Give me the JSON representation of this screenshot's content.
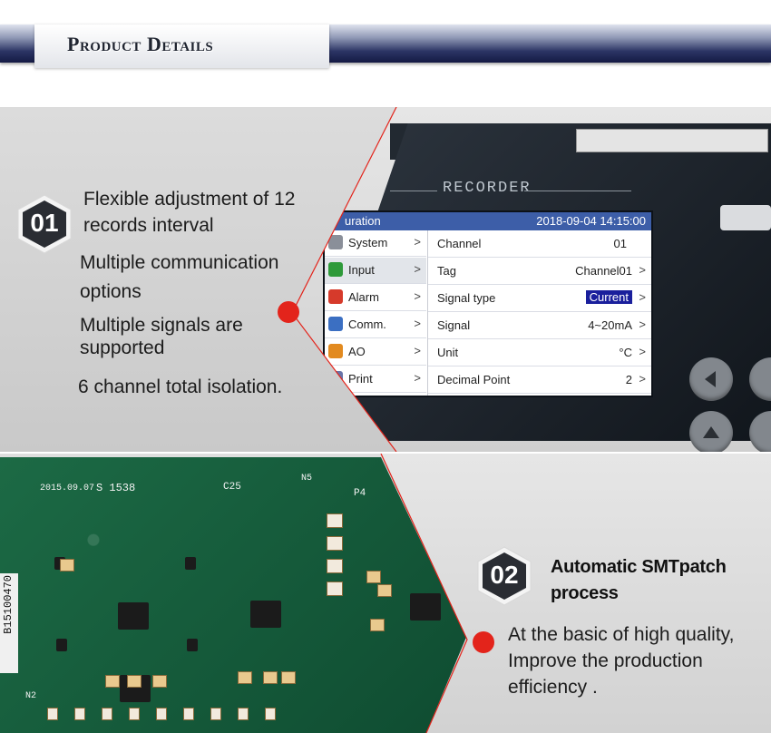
{
  "banner": {
    "title": "Product Details"
  },
  "device": {
    "label": "RECORDER",
    "screen": {
      "header_title": "uration",
      "datetime": "2018-09-04 14:15:00",
      "menu": [
        {
          "label": "System",
          "icon": "system-icon",
          "color": "#8a8f99"
        },
        {
          "label": "Input",
          "icon": "input-icon",
          "color": "#2e9a3a"
        },
        {
          "label": "Alarm",
          "icon": "alarm-bell-icon",
          "color": "#d63a2b"
        },
        {
          "label": "Comm.",
          "icon": "globe-icon",
          "color": "#3b6fc2"
        },
        {
          "label": "AO",
          "icon": "ao-icon",
          "color": "#e28a1f"
        },
        {
          "label": "Print",
          "icon": "print-icon",
          "color": "#6874a8"
        }
      ],
      "rows": [
        {
          "key": "Channel",
          "value": "01"
        },
        {
          "key": "Tag",
          "value": "Channel01"
        },
        {
          "key": "Signal type",
          "value": "Current"
        },
        {
          "key": "Signal",
          "value": "4~20mA"
        },
        {
          "key": "Unit",
          "value": "°C"
        },
        {
          "key": "Decimal Point",
          "value": "2"
        }
      ],
      "chevron": ">"
    }
  },
  "section1": {
    "badge": "01",
    "lines": [
      "Flexible adjustment of 12",
      "records interval",
      "Multiple communication",
      "options",
      "Multiple signals are",
      "supported",
      "6 channel total isolation."
    ]
  },
  "section2": {
    "badge": "02",
    "heading": [
      "Automatic SMTpatch",
      "process"
    ],
    "lines": [
      "At the basic of high quality,",
      "Improve the production",
      "efficiency ."
    ],
    "pcb": {
      "silk_date1": "2015.09.07",
      "silk_s": "S 1538",
      "silk_c25": "C25",
      "silk_n5": "N5",
      "silk_p4": "P4",
      "silk_n2": "N2",
      "serial": "B15100470"
    }
  },
  "colors": {
    "accent_red": "#e3241b",
    "badge_dark": "#2a2d33",
    "banner_navy": "#1d2552"
  }
}
